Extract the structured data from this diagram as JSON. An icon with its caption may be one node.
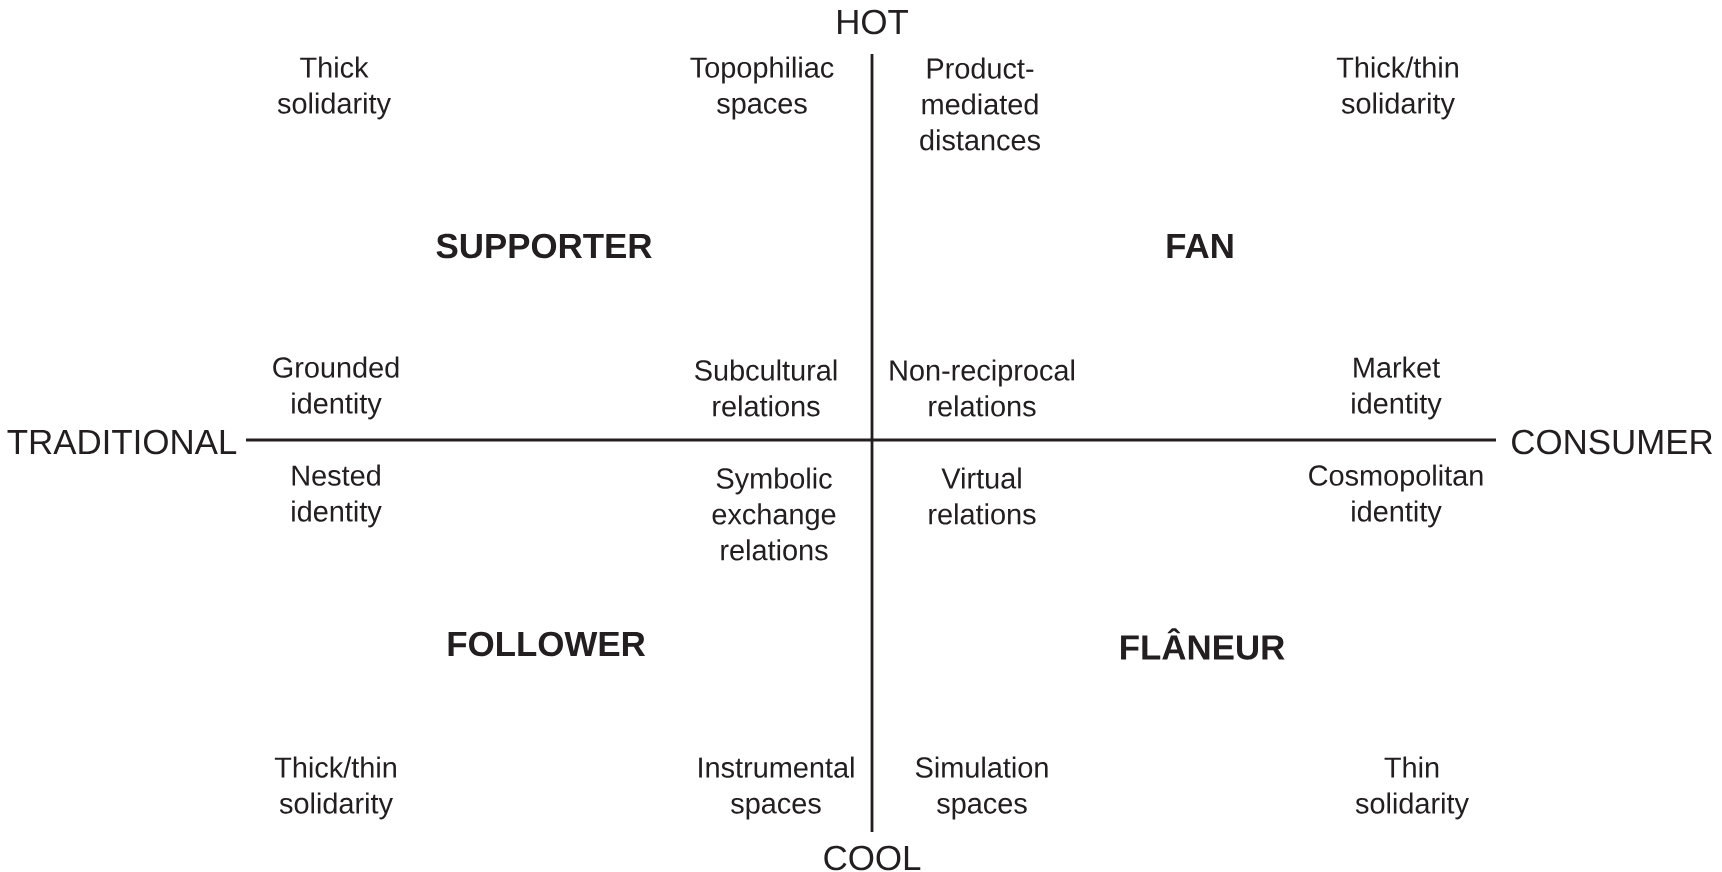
{
  "diagram": {
    "labels": [
      "HOT",
      "Thick solidarity",
      "Topophiliac spaces",
      "Product-mediated distances",
      "Thick/thin solidarity",
      "SUPPORTER",
      "FAN",
      "Grounded identity",
      "Subcultural relations",
      "Non-reciprocal relations",
      "Market identity",
      "TRADITIONAL",
      "CONSUMER",
      "Nested identity",
      "Symbolic exchange relations",
      "Virtual relations",
      "Cosmopolitan identity",
      "FOLLOWER",
      "FLÂNEUR",
      "Thick/thin solidarity",
      "Instrumental spaces",
      "Simulation spaces",
      "Thin solidarity",
      "COOL"
    ]
  }
}
